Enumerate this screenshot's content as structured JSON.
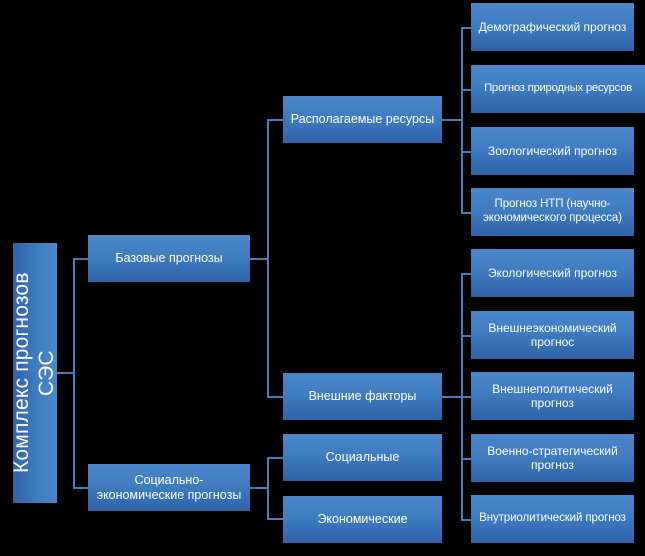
{
  "diagram": {
    "title": "Комплекс прогнозов СЭС",
    "root": {
      "label": "Комплекс прогнозов СЭС"
    },
    "level2": [
      {
        "label": "Базовые прогнозы"
      },
      {
        "label": "Социально-экономические прогнозы"
      }
    ],
    "level3": [
      {
        "label": "Располагаемые ресурсы"
      },
      {
        "label": "Внешние факторы"
      },
      {
        "label": "Социальные"
      },
      {
        "label": "Экономические"
      }
    ],
    "leaves_resources": [
      {
        "label": "Демографический прогноз"
      },
      {
        "label": "Прогноз природных ресурсов"
      },
      {
        "label": "Зоологический прогноз"
      },
      {
        "label": "Прогноз НТП (научно-экономического процесса)"
      }
    ],
    "leaves_external": [
      {
        "label": "Экологический прогноз"
      },
      {
        "label": "Внешнеэкономический прогнос"
      },
      {
        "label": "Внешнеполитический прогноз"
      },
      {
        "label": "Военно-стратегический прогноз"
      },
      {
        "label": "Внутриолитический прогноз"
      }
    ],
    "colors": {
      "background": "#000000",
      "box_top": "#4a86c8",
      "box_bottom": "#2f63a8",
      "connector": "#4a7ebb",
      "text": "#ffffff"
    }
  }
}
